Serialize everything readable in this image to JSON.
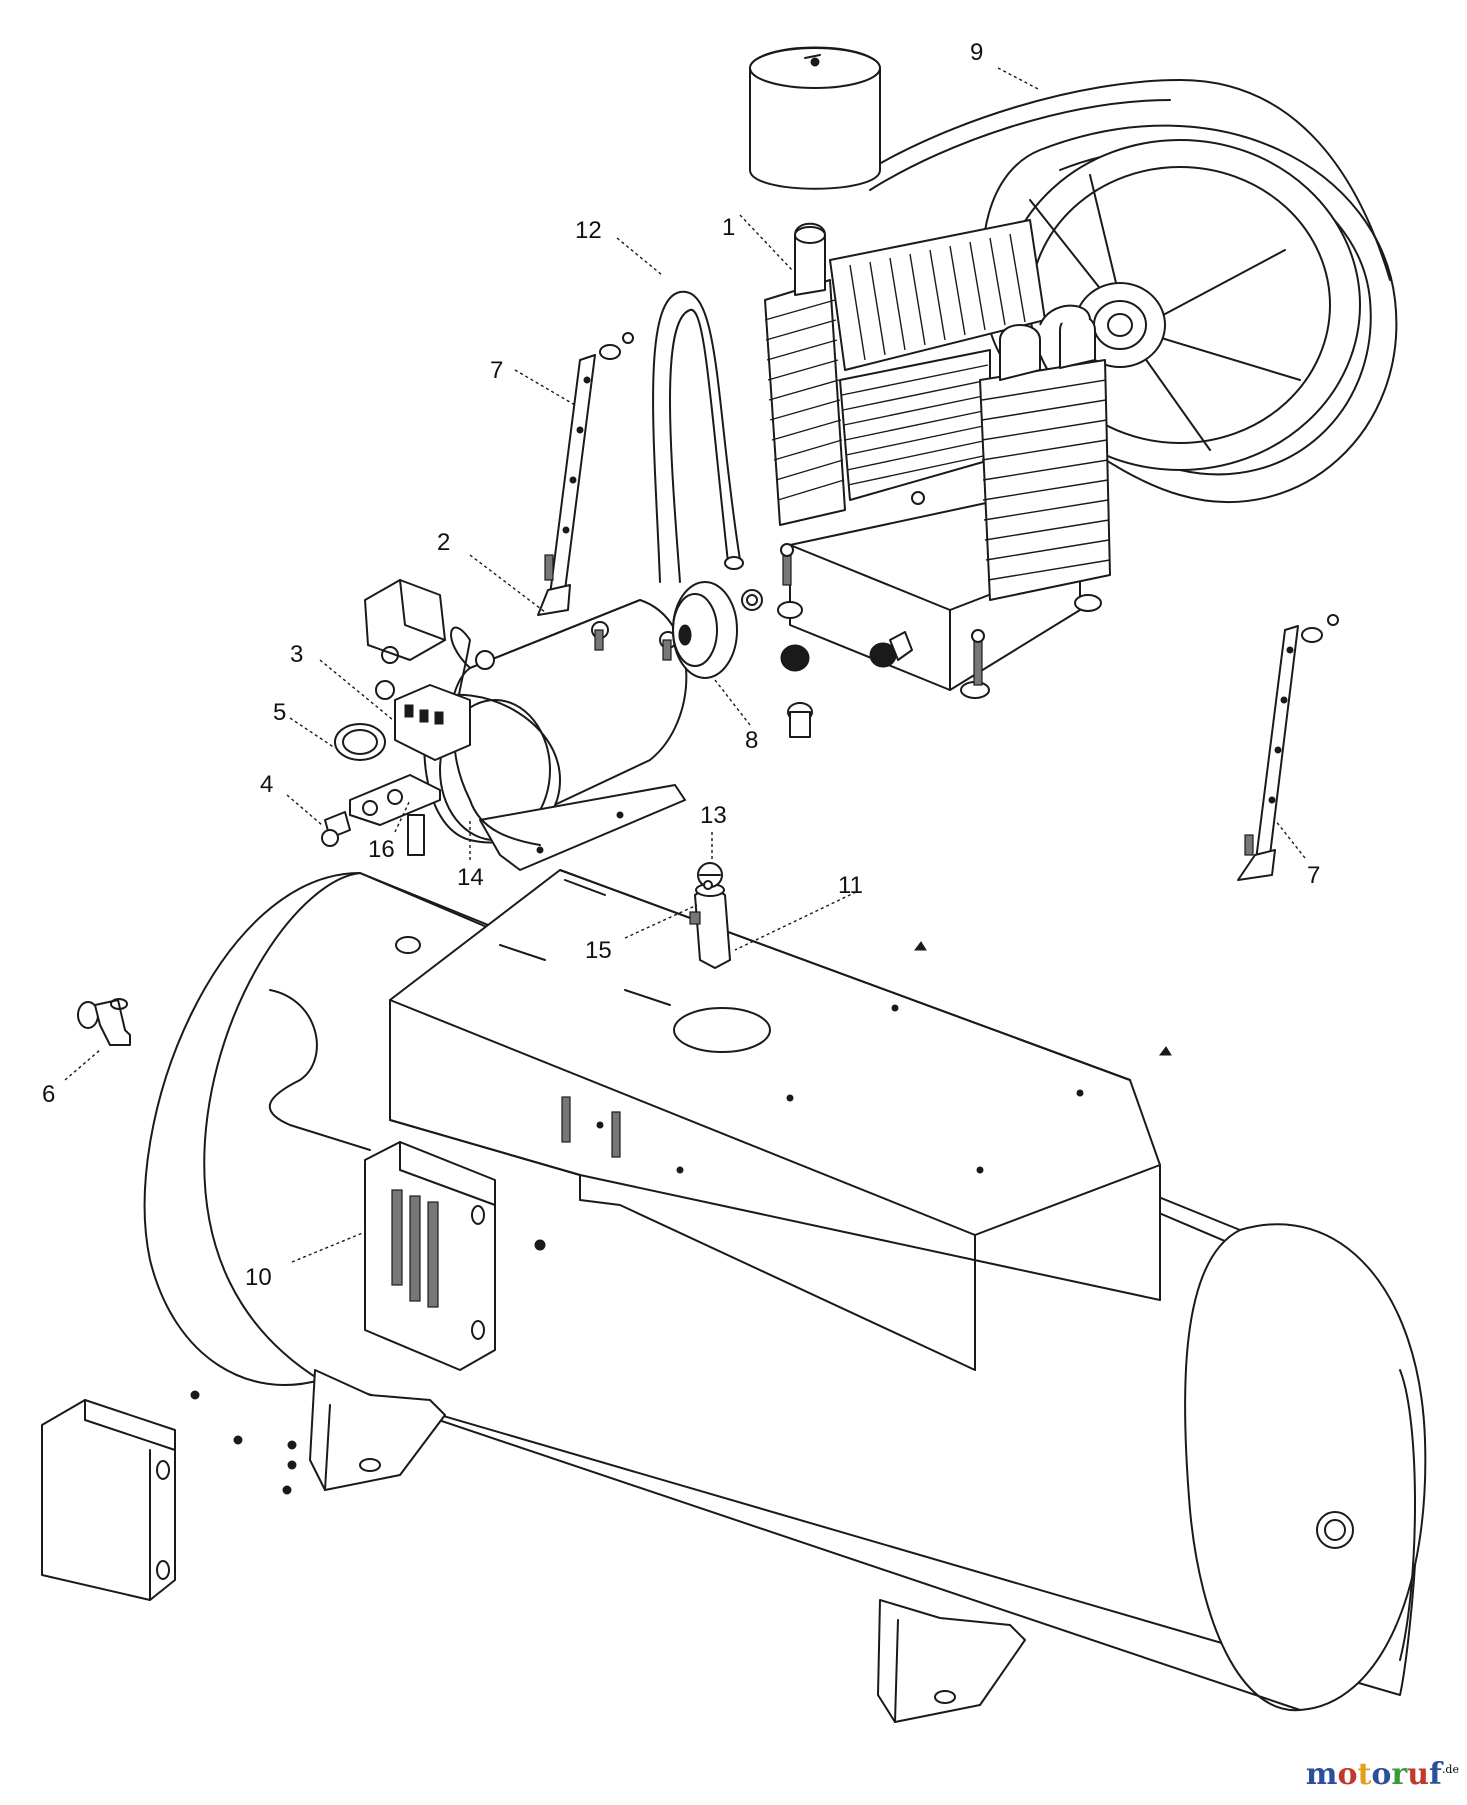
{
  "diagram": {
    "callouts": [
      {
        "id": "1",
        "label": "1"
      },
      {
        "id": "2",
        "label": "2"
      },
      {
        "id": "3",
        "label": "3"
      },
      {
        "id": "4",
        "label": "4"
      },
      {
        "id": "5",
        "label": "5"
      },
      {
        "id": "6",
        "label": "6"
      },
      {
        "id": "7a",
        "label": "7"
      },
      {
        "id": "7b",
        "label": "7"
      },
      {
        "id": "8",
        "label": "8"
      },
      {
        "id": "9",
        "label": "9"
      },
      {
        "id": "10",
        "label": "10"
      },
      {
        "id": "11",
        "label": "11"
      },
      {
        "id": "12",
        "label": "12"
      },
      {
        "id": "13",
        "label": "13"
      },
      {
        "id": "14",
        "label": "14"
      },
      {
        "id": "15",
        "label": "15"
      },
      {
        "id": "16",
        "label": "16"
      }
    ]
  },
  "watermark": {
    "text": "motoruf",
    "suffix": ".de",
    "colors": [
      "#2e4f9e",
      "#c0392b",
      "#e0a020",
      "#2e4f9e",
      "#3a9a3a",
      "#c0392b",
      "#2e4f9e"
    ]
  }
}
